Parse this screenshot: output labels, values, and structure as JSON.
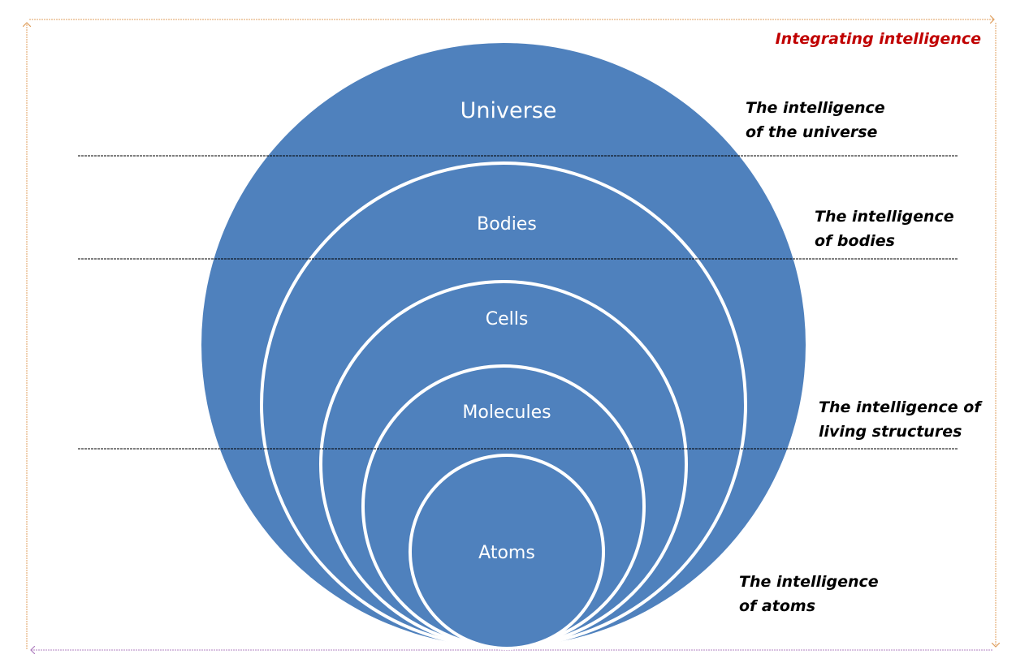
{
  "title": "Integrating intelligence",
  "colors": {
    "fill": "#4f81bd",
    "ring": "#ffffff",
    "title": "#c00000",
    "arrow_warm": "#e0a060",
    "arrow_cool": "#b080c0",
    "divider": "#000000"
  },
  "circles": [
    {
      "label": "Universe"
    },
    {
      "label": "Bodies"
    },
    {
      "label": "Cells"
    },
    {
      "label": "Molecules"
    },
    {
      "label": "Atoms"
    }
  ],
  "levels": [
    {
      "line1": "The intelligence",
      "line2": "of the universe"
    },
    {
      "line1": "The intelligence",
      "line2": "of bodies"
    },
    {
      "line1": "The intelligence of",
      "line2": "living structures"
    },
    {
      "line1": "The intelligence",
      "line2": "of atoms"
    }
  ]
}
